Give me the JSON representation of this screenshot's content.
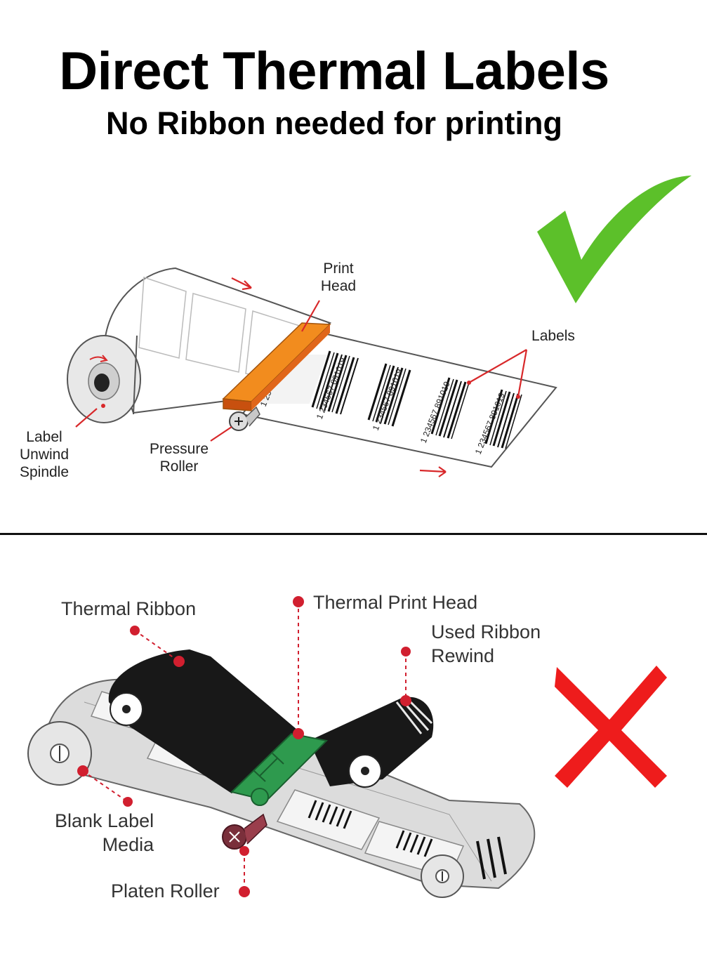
{
  "header": {
    "title": "Direct Thermal Labels",
    "subtitle": "No Ribbon needed for printing"
  },
  "top_diagram": {
    "labels": {
      "print_head": "Print\nHead",
      "labels": "Labels",
      "label_unwind_spindle": "Label\nUnwind\nSpindle",
      "pressure_roller": "Pressure\nRoller"
    },
    "barcode_number": "1 234567 891019",
    "status_icon": "checkmark-icon",
    "status_color": "#5cc02a",
    "head_color": "#f28c1e",
    "arrow_color": "#d8282a"
  },
  "bottom_diagram": {
    "labels": {
      "thermal_ribbon": "Thermal Ribbon",
      "thermal_print_head": "Thermal Print Head",
      "used_ribbon_rewind": "Used Ribbon\nRewind",
      "blank_label_media": "Blank Label\nMedia",
      "platen_roller": "Platen Roller"
    },
    "status_icon": "cross-icon",
    "status_color": "#ee1c1c",
    "head_color": "#2e9a4e",
    "marker_color": "#d11f2f"
  }
}
